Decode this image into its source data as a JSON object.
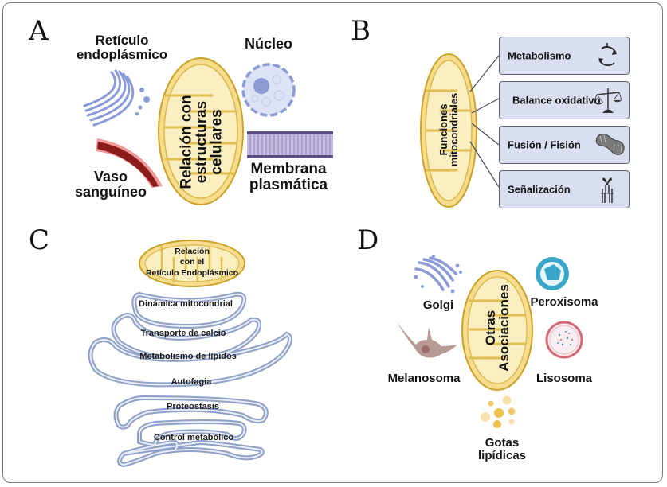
{
  "figure": {
    "panels": [
      {
        "letter": "A",
        "center_label": "Relación con estructuras celulares",
        "center_label_lines": [
          "Relación con",
          "estructuras",
          "celulares"
        ],
        "structures": [
          {
            "name": "Retículo endoplásmico",
            "lines": [
              "Retículo",
              "endoplásmico"
            ],
            "icon": "endoplasmic-reticulum-icon"
          },
          {
            "name": "Núcleo",
            "lines": [
              "Núcleo"
            ],
            "icon": "nucleus-icon"
          },
          {
            "name": "Vaso sanguíneo",
            "lines": [
              "Vaso",
              "sanguíneo"
            ],
            "icon": "blood-vessel-icon"
          },
          {
            "name": "Membrana plasmática",
            "lines": [
              "Membrana",
              "plasmática"
            ],
            "icon": "plasma-membrane-icon"
          }
        ]
      },
      {
        "letter": "B",
        "center_label_lines": [
          "Funciones",
          "mitocondriales"
        ],
        "functions": [
          {
            "label": "Metabolismo",
            "icon": "cycle-arrows-icon"
          },
          {
            "label": "Balance oxidativo",
            "icon": "balance-scale-icon"
          },
          {
            "label": "Fusión / Fisión",
            "icon": "mitochondrion-icon"
          },
          {
            "label": "Señalización",
            "icon": "receptor-icon"
          }
        ]
      },
      {
        "letter": "C",
        "top_label_lines": [
          "Relación",
          "con el",
          "Retículo Endoplásmico"
        ],
        "items": [
          "Dinámica mitocondrial",
          "Transporte de calcio",
          "Metabolismo de lípidos",
          "Autofagia",
          "Proteostasis",
          "Control metabólico"
        ]
      },
      {
        "letter": "D",
        "center_label_lines": [
          "Otras",
          "Asociaciones"
        ],
        "organelles": [
          {
            "name": "Golgi",
            "lines": [
              "Golgi"
            ],
            "icon": "golgi-icon"
          },
          {
            "name": "Peroxisoma",
            "lines": [
              "Peroxisoma"
            ],
            "icon": "peroxisome-icon"
          },
          {
            "name": "Melanosoma",
            "lines": [
              "Melanosoma"
            ],
            "icon": "melanocyte-icon"
          },
          {
            "name": "Lisosoma",
            "lines": [
              "Lisosoma"
            ],
            "icon": "lysosome-icon"
          },
          {
            "name": "Gotas lipídicas",
            "lines": [
              "Gotas",
              "lipídicas"
            ],
            "icon": "lipid-droplets-icon"
          }
        ]
      }
    ],
    "colors": {
      "mito_fill": "#f6dc8c",
      "mito_stroke": "#c9a227",
      "mito_inner": "#fbeec0",
      "er_blue": "#7f93cf",
      "box_fill": "#d9dff0",
      "vessel": "#8b1c1c",
      "membrane": "#9d8cc0",
      "peroxisome": "#3aa6c9",
      "lysosome": "#d46a78"
    }
  }
}
